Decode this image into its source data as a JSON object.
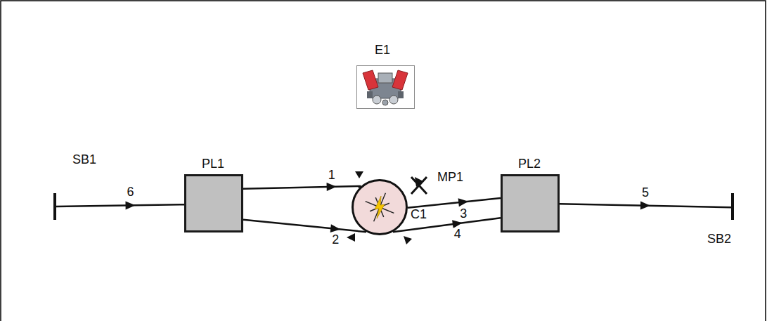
{
  "diagram": {
    "nodes": [
      {
        "text": [
          "E1"
        ]
      },
      {
        "text": [
          "SB1"
        ]
      },
      {
        "text": [
          "PL1"
        ]
      },
      {
        "text": [
          "C1"
        ]
      },
      {
        "text": [
          "PL2"
        ]
      },
      {
        "text": [
          "SB2"
        ]
      }
    ],
    "edges": [
      {
        "from": 1,
        "to": 2,
        "arrow": "to",
        "label": "6"
      },
      {
        "from": 2,
        "to": 3,
        "arrow": "to",
        "label": "1"
      },
      {
        "from": 2,
        "to": 3,
        "arrow": "to",
        "label": "2"
      },
      {
        "from": 3,
        "to": 4,
        "arrow": "to",
        "label": "3"
      },
      {
        "from": 3,
        "to": 4,
        "arrow": "to",
        "label": "4"
      },
      {
        "from": 4,
        "to": 5,
        "arrow": "to",
        "label": "5"
      }
    ],
    "labels": [
      "MP1"
    ]
  }
}
